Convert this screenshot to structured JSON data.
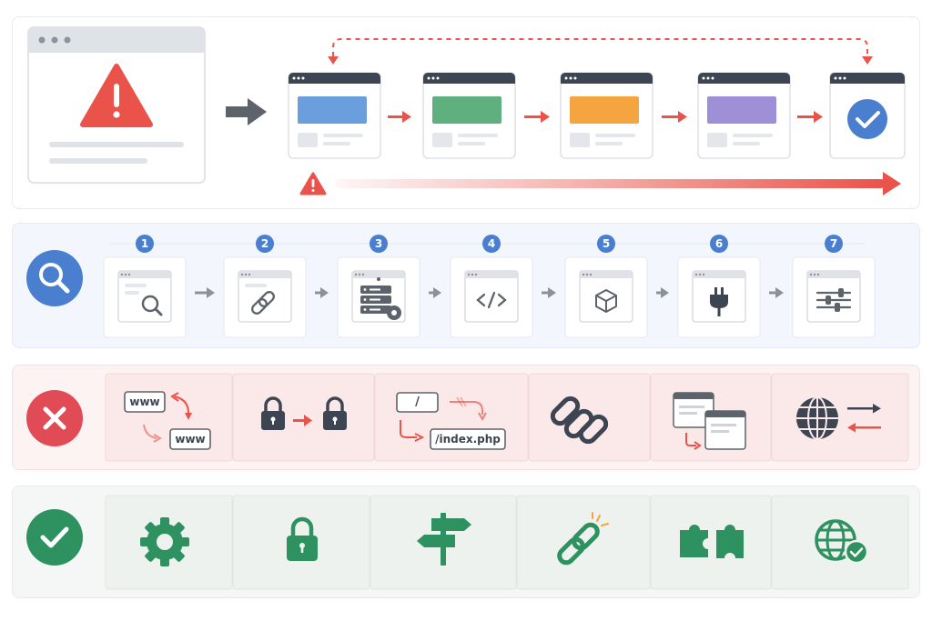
{
  "colors": {
    "error_red": "#e9534a",
    "info_blue": "#4a7fcf",
    "success_green": "#2e9160",
    "step_blue": "#6a9edd",
    "step_green": "#5fb07e",
    "step_orange": "#f5a540",
    "step_purple": "#9f8fd6",
    "browser_bar": "#3d4552",
    "icon_gray": "#5d636b"
  },
  "redirect_loop": {
    "steps": [
      "blue-page",
      "green-page",
      "orange-page",
      "purple-page",
      "success-page"
    ]
  },
  "diagnosis": {
    "steps": [
      {
        "number": "1",
        "icon": "search-icon"
      },
      {
        "number": "2",
        "icon": "link-icon"
      },
      {
        "number": "3",
        "icon": "server-settings-icon"
      },
      {
        "number": "4",
        "icon": "code-icon"
      },
      {
        "number": "5",
        "icon": "cube-icon"
      },
      {
        "number": "6",
        "icon": "plug-icon"
      },
      {
        "number": "7",
        "icon": "sliders-icon"
      }
    ]
  },
  "causes": {
    "www_label_1": "www",
    "www_label_2": "www",
    "slash_label": "/",
    "index_label": "/index.php",
    "items": [
      "www-redirect",
      "https-redirect",
      "index-redirect",
      "chain-links",
      "duplicate-windows",
      "globe-redirect"
    ]
  },
  "fixes": {
    "items": [
      "gear-icon",
      "lock-icon",
      "signpost-icon",
      "repair-link-icon",
      "puzzle-icon",
      "globe-check-icon"
    ]
  }
}
